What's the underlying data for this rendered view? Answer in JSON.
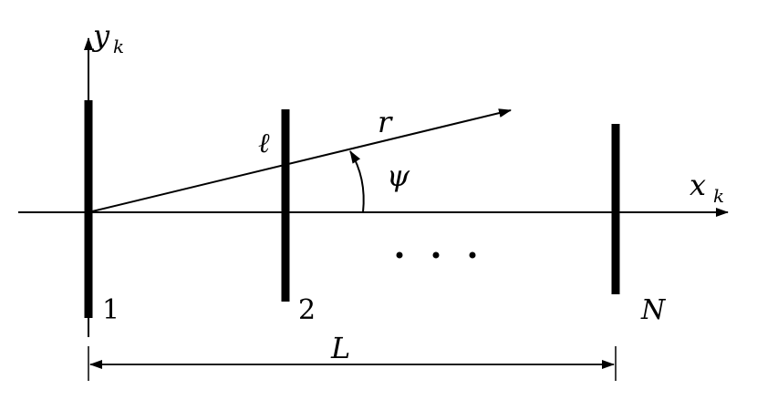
{
  "labels": {
    "y_axis": "y",
    "y_axis_sub": "k",
    "x_axis": "x",
    "x_axis_sub": "k",
    "ray": "r",
    "angle": "ψ",
    "ell": "ℓ",
    "plate_1": "1",
    "plate_2": "2",
    "plate_n": "N",
    "distance": "L",
    "ellipsis": "· · ·"
  },
  "colors": {
    "ink": "#000000",
    "background": "#ffffff"
  }
}
